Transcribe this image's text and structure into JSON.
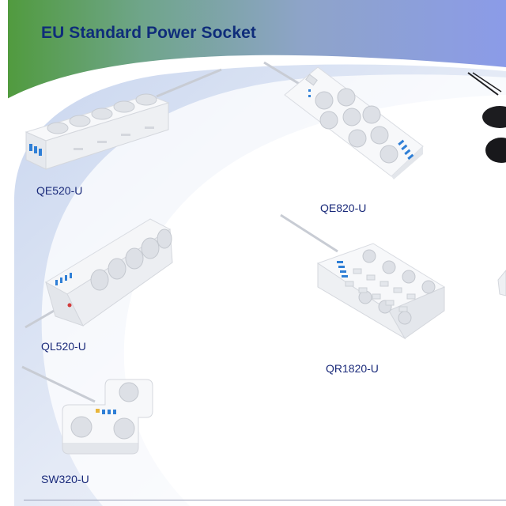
{
  "title": "EU Standard Power Socket",
  "products": [
    {
      "model": "QE520-U"
    },
    {
      "model": "QE820-U"
    },
    {
      "model": "QL520-U"
    },
    {
      "model": "QR1820-U"
    },
    {
      "model": "SW320-U"
    }
  ],
  "colors": {
    "title": "#0f2d7a",
    "label": "#1a2a7a",
    "header_green": "#4f9a3a",
    "header_blue": "#8aa6e6",
    "background_tint": "#dde5f4",
    "usb_port": "#2f7fd6"
  }
}
